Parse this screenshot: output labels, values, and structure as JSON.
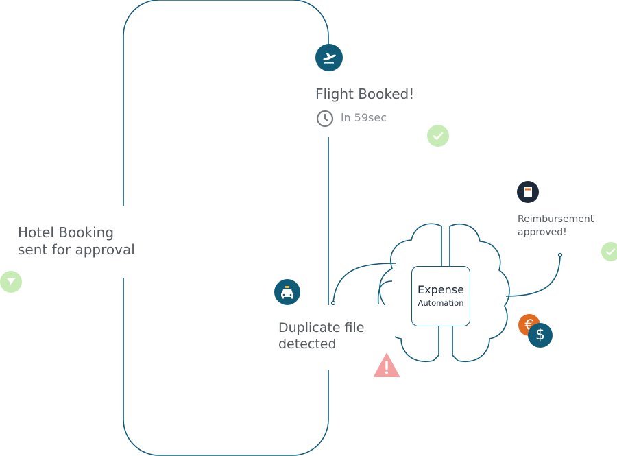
{
  "colors": {
    "line": "#0f5b78",
    "teal_dark": "#0f5b78",
    "navy": "#1e2a3a",
    "text": "#555a5f",
    "check_bg": "#c7ebb4",
    "check_fg": "#ffffff",
    "send_bg": "#c7ebb4",
    "warning": "#f4a0a0",
    "euro": "#e06a1f",
    "dollar": "#0f5b78"
  },
  "cards": {
    "flight": {
      "title": "Flight Booked!",
      "time": "in 59sec",
      "icon": "airplane-icon",
      "status_icon": "check-icon"
    },
    "hotel": {
      "line1": "Hotel Booking",
      "line2": "sent for approval",
      "status_icon": "send-icon"
    },
    "duplicate": {
      "line1": "Duplicate file",
      "line2": "detected",
      "icon": "taxi-icon",
      "status_icon": "warning-icon"
    },
    "reimbursement": {
      "line1": "Reimbursement",
      "line2": "approved!",
      "icon": "receipt-icon",
      "status_icon": "check-icon"
    }
  },
  "brain": {
    "title": "Expense",
    "subtitle": "Automation",
    "icon": "brain-icon"
  },
  "currency": {
    "euro": "€",
    "dollar": "$"
  }
}
